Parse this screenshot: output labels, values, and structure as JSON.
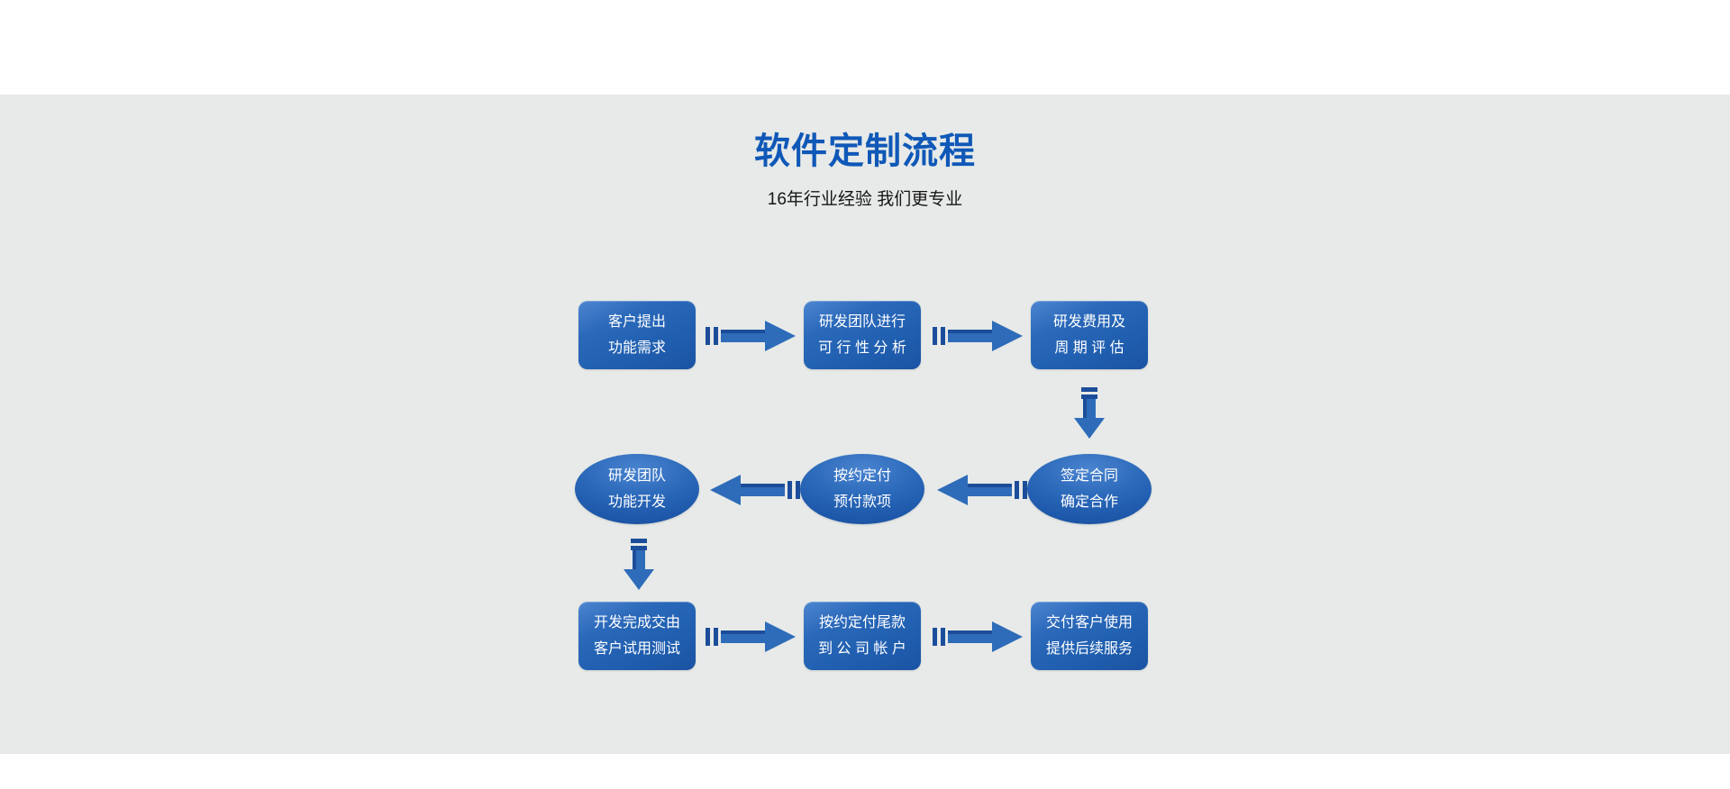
{
  "header": {
    "title": "软件定制流程",
    "subtitle": "16年行业经验 我们更专业",
    "title_color": "#0f58b8"
  },
  "colors": {
    "section_background": "#e7eae8",
    "shape_blue_light": "#4a84cf",
    "shape_blue_main": "#2b69ba",
    "shape_blue_dark": "#1a51a0",
    "arrow_main": "#2e6cb9",
    "arrow_dark": "#1c4d9a",
    "node_text": "#ffffff"
  },
  "flow": {
    "steps": [
      {
        "shape": "rect",
        "line1": "客户提出",
        "line2": "功能需求"
      },
      {
        "shape": "rect",
        "line1": "研发团队进行",
        "line2": "可 行 性 分 析"
      },
      {
        "shape": "rect",
        "line1": "研发费用及",
        "line2": "周 期 评 估"
      },
      {
        "shape": "ellipse",
        "line1": "签定合同",
        "line2": "确定合作"
      },
      {
        "shape": "ellipse",
        "line1": "按约定付",
        "line2": "预付款项"
      },
      {
        "shape": "ellipse",
        "line1": "研发团队",
        "line2": "功能开发"
      },
      {
        "shape": "rect",
        "line1": "开发完成交由",
        "line2": "客户试用测试"
      },
      {
        "shape": "rect",
        "line1": "按约定付尾款",
        "line2": "到 公 司 帐 户"
      },
      {
        "shape": "rect",
        "line1": "交付客户使用",
        "line2": "提供后续服务"
      }
    ]
  }
}
